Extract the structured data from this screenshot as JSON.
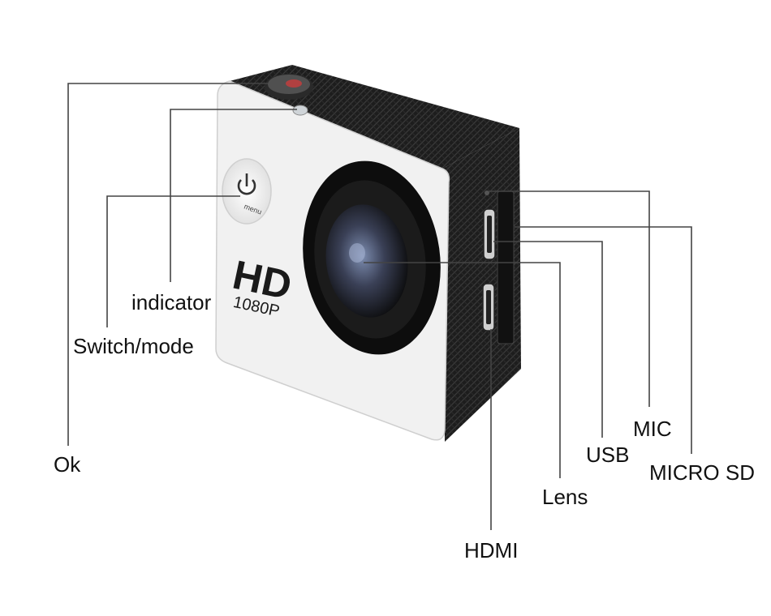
{
  "labels": {
    "ok": "Ok",
    "indicator": "indicator",
    "switch_mode": "Switch/mode",
    "mic": "MIC",
    "usb": "USB",
    "micro_sd": "MICRO SD",
    "lens": "Lens",
    "hdmi": "HDMI"
  },
  "camera": {
    "hd_text": "HD",
    "resolution_text": "1080P",
    "menu_text": "menu"
  },
  "colors": {
    "body_white": "#f1f1f1",
    "housing_black": "#1c1c1c",
    "lens_black": "#0d0d0d",
    "lens_glass": "#5f6f8f",
    "line": "#444444"
  }
}
